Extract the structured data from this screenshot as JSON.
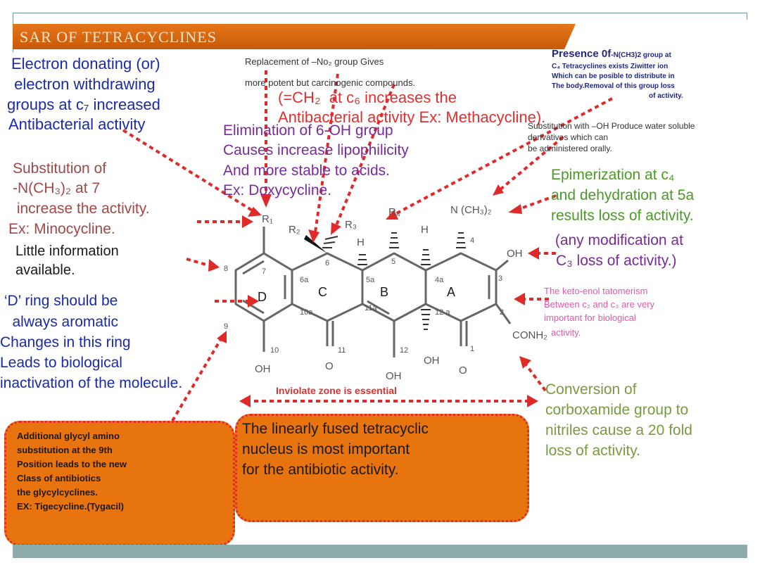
{
  "title": "SAR OF TETRACYCLINES",
  "annotations": {
    "c7": [
      "Electron donating (or)",
      " electron withdrawing",
      "groups at c₇ increased",
      "Antibacterial activity"
    ],
    "no2_1": "Replacement of –No₂ group Gives",
    "no2_2": "more potent but carcinogenic compounds.",
    "ch2_1": "(=CH₂  at c₆ increases the",
    "ch2_2": "Antibacterial activity Ex: Methacycline).",
    "oh6": [
      "Elimination of 6-OH group",
      "Causes increase lipophilicity",
      "And more stable to acids.",
      "Ex: Doxycycline."
    ],
    "presence_head": "Presence 0f",
    "presence_head_small": "-N(CH3)2 group at",
    "presence": [
      "C₄ Tetracyclines exists Ziwitter ion",
      "Which can be posible to distribute in",
      "The body.Removal of this group loss",
      "of activity."
    ],
    "substitution_oh": [
      "Substitution with –OH Produce water soluble",
      "derivatives which can",
      "be administered orally."
    ],
    "n_ch3": [
      "Substitution of",
      "-N(CH₃)₂ at 7",
      " increase the activity.",
      "Ex: Minocycline."
    ],
    "epimerization": [
      "Epimerization at c₄",
      "and dehydration at 5a",
      "results loss of activity."
    ],
    "c3": [
      " (any modification at",
      "C₃ loss of activity.)"
    ],
    "little_info": [
      "Little information",
      "available."
    ],
    "keto_enol": [
      "The keto-enol tatomerism",
      "Between c₂ and c₃ are very",
      "important for biological",
      "activity."
    ],
    "d_ring": [
      " ‘D’ ring should be",
      "   always aromatic",
      "Changes in this ring",
      "Leads to biological",
      "inactivation of the molecule."
    ],
    "inviolate": "Inviolate zone is essential",
    "conversion": [
      "Conversion of",
      "corboxamide group to",
      "nitriles cause a 20 fold",
      "loss of activity."
    ],
    "glycyl": [
      "Additional glycyl amino",
      "substitution at the 9th",
      "Position leads to the new",
      "Class of antibiotics",
      "the glycylcyclines.",
      "EX: Tigecycline.(Tygacil)"
    ],
    "nucleus": [
      "The linearly fused tetracyclic",
      "nucleus is most important",
      "for the antibiotic activity."
    ]
  },
  "structure": {
    "substituents": {
      "r1": "R₁",
      "r2": "R₂",
      "r3": "R₃",
      "r4": "R₄",
      "h_a": "H",
      "h_b": "H",
      "nme2": "N (CH₃)₂",
      "oh3": "OH",
      "conh2": "CONH₂",
      "oh10": "OH",
      "o11": "O",
      "oh12": "OH",
      "oh12a": "OH",
      "o1": "O"
    },
    "rings": {
      "a": "A",
      "b": "B",
      "c": "C",
      "d": "D"
    },
    "numbers": {
      "n1": "1",
      "n2": "2",
      "n3": "3",
      "n4": "4",
      "n4a": "4a",
      "n5": "5",
      "n5a": "5a",
      "n6": "6",
      "n6a": "6a",
      "n7": "7",
      "n8": "8",
      "n9": "9",
      "n10": "10",
      "n10a": "10a",
      "n11": "11",
      "n11a": "11a",
      "n12": "12",
      "n12a": "12 a"
    }
  },
  "colors": {
    "title_bar": "#d8660f",
    "arrow": "#e02a2a",
    "box": "#e8740f",
    "footer": "#8eabab"
  }
}
